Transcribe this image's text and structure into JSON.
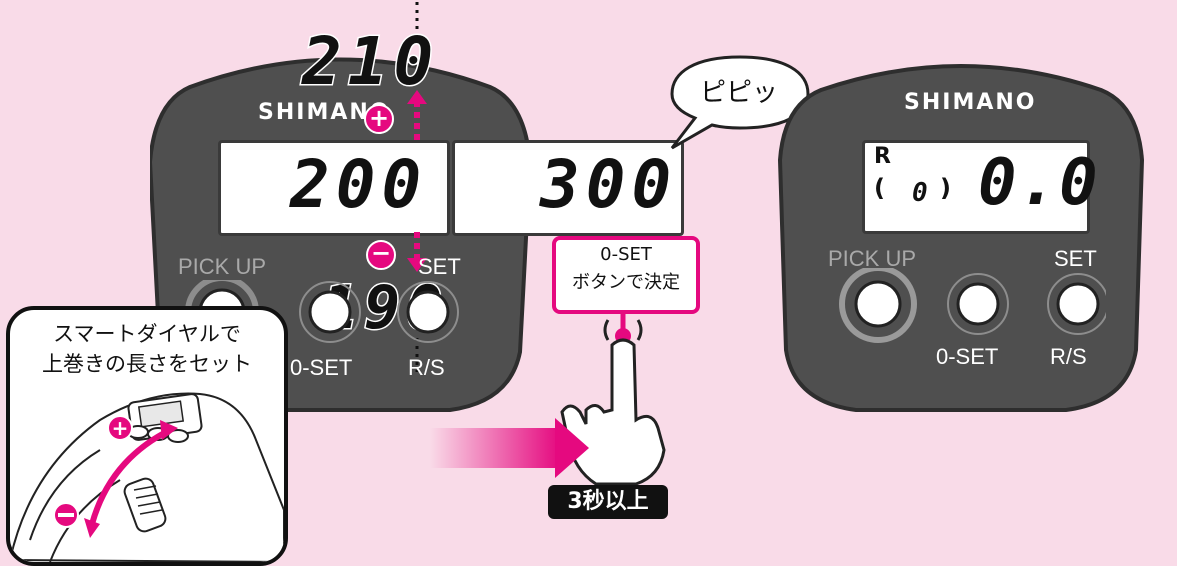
{
  "colors": {
    "background": "#f9dbe8",
    "panel": "#4f4f4f",
    "accent": "#e5097f",
    "lcd": "#ffffff",
    "label_gray": "#a9a9a9"
  },
  "left_device": {
    "brand": "SHIMANO",
    "display_value": "200",
    "plus_value": "210",
    "minus_value": "190",
    "pickup_label": "PICK UP",
    "set_label": "SET",
    "zero_set_label": "0-SET",
    "rs_label": "R/S"
  },
  "middle_display": {
    "value": "300",
    "beep_text": "ピピッ",
    "confirm_line1": "0-SET",
    "confirm_line2": "ボタンで決定",
    "duration_label": "3秒以上"
  },
  "inset": {
    "caption_line1": "スマートダイヤルで",
    "caption_line2": "上巻きの長さをセット"
  },
  "right_device": {
    "brand": "SHIMANO",
    "indicator_r": "R",
    "paren_open": "(",
    "paren_value": "0",
    "paren_close": ")",
    "display_value": "0.0",
    "pickup_label": "PICK UP",
    "set_label": "SET",
    "zero_set_label": "0-SET",
    "rs_label": "R/S"
  }
}
